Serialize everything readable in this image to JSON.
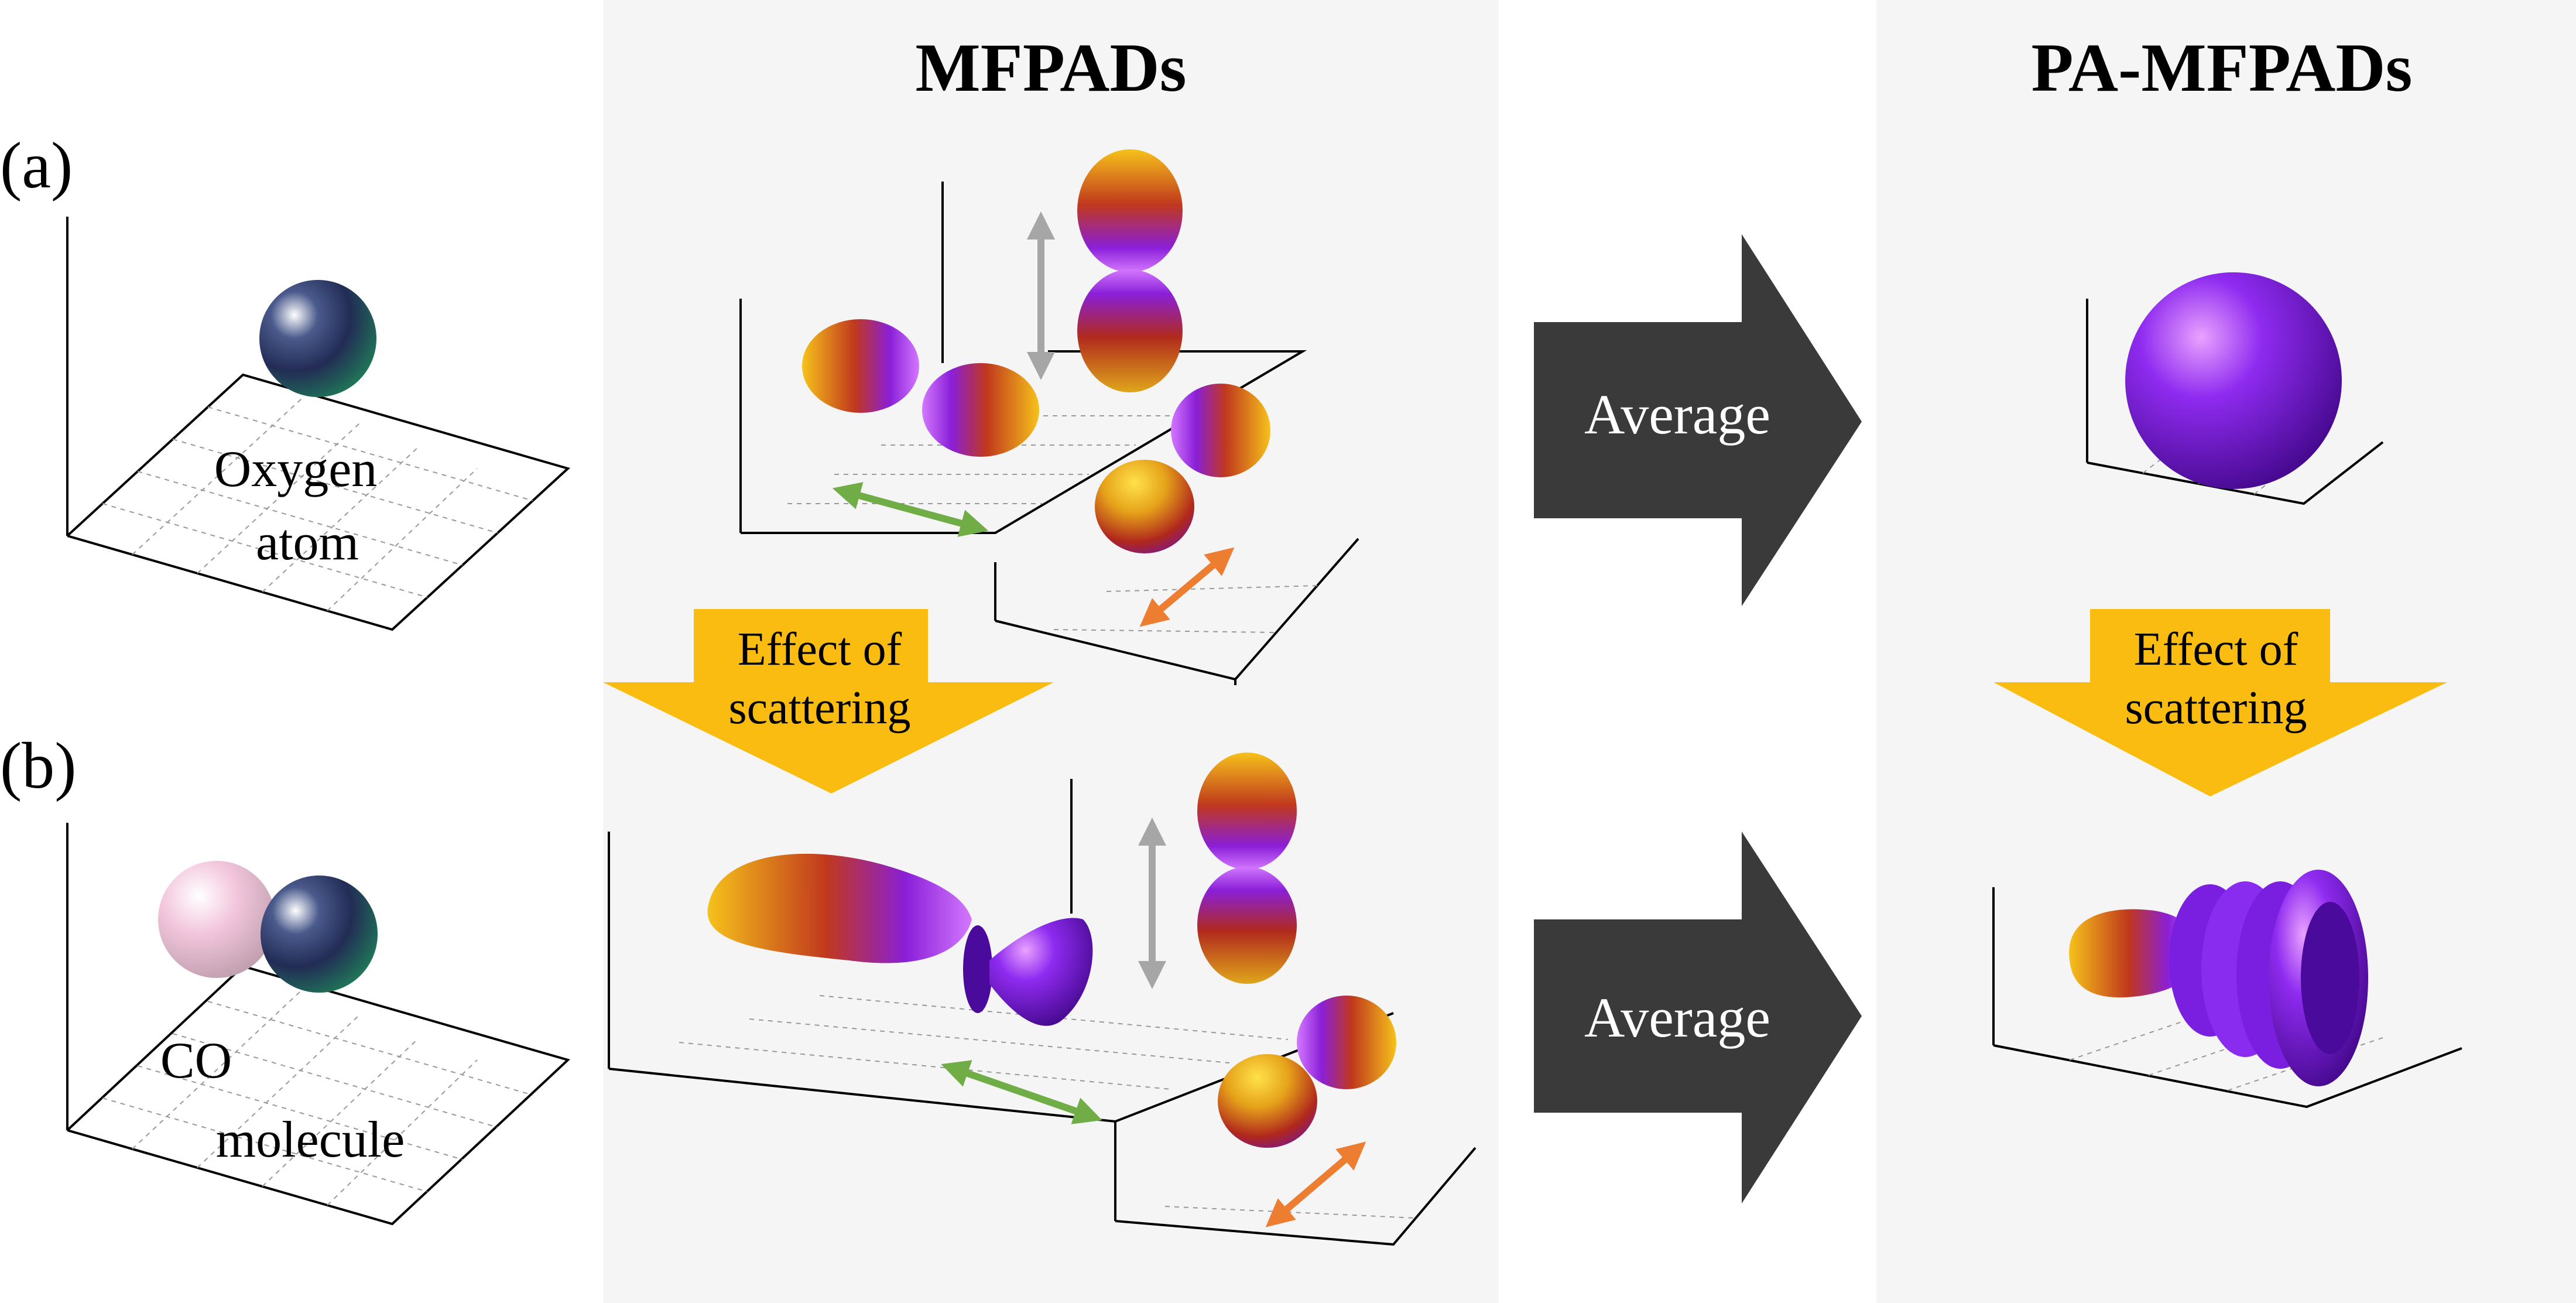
{
  "headers": {
    "mfpads": "MFPADs",
    "pa_mfpads": "PA-MFPADs"
  },
  "row_labels": {
    "a": "(a)",
    "b": "(b)"
  },
  "row_a": {
    "label_line1": "Oxygen",
    "label_line2": "atom"
  },
  "row_b": {
    "label_line1": "CO",
    "label_line2": "molecule"
  },
  "arrows": {
    "average_top": "Average",
    "average_bottom": "Average",
    "effect_left_line1": "Effect of",
    "effect_left_line2": "scattering",
    "effect_right_line1": "Effect of",
    "effect_right_line2": "scattering"
  },
  "colors": {
    "panel_bg": "#f5f5f5",
    "dark_arrow": "#3a3a3a",
    "yellow_arrow": "#fbbc12",
    "green_arrow": "#70ad47",
    "orange_arrow": "#ed7d31",
    "gray_arrow": "#a6a6a6",
    "purple": "#7a1fe0",
    "gold": "#f2b51a"
  }
}
